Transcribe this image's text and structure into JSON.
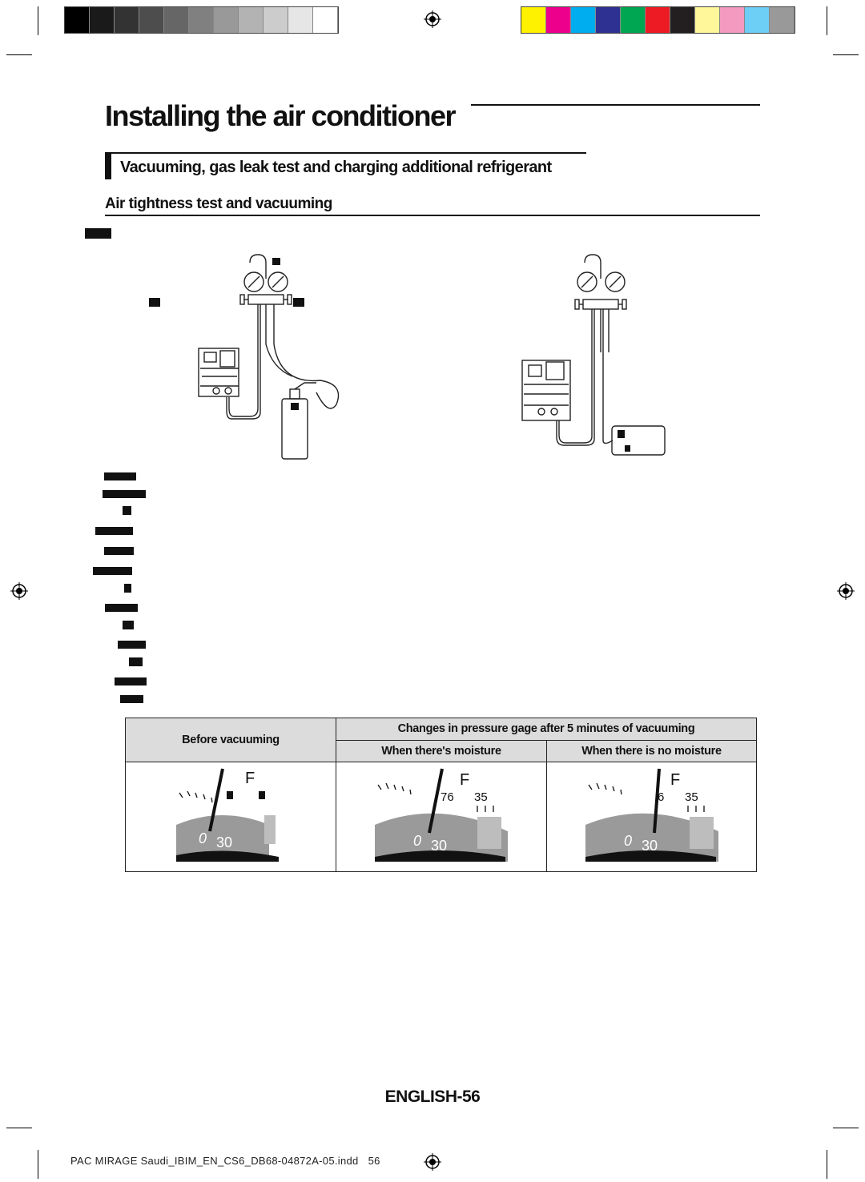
{
  "page": {
    "title": "Installing the air conditioner",
    "section_title": "Vacuuming, gas leak test and charging additional refrigerant",
    "subsection_title": "Air tightness test and vacuuming",
    "page_number": "ENGLISH-56"
  },
  "print_marks": {
    "grayscale_colors": [
      "#000000",
      "#1a1a1a",
      "#333333",
      "#4d4d4d",
      "#666666",
      "#808080",
      "#999999",
      "#b3b3b3",
      "#cccccc",
      "#e6e6e6",
      "#ffffff"
    ],
    "process_colors": [
      "#fff200",
      "#ec008c",
      "#00aeef",
      "#2e3192",
      "#00a651",
      "#ed1c24",
      "#231f20",
      "#fff799",
      "#f49ac1",
      "#6dcff6",
      "#999999"
    ]
  },
  "table": {
    "header_before": "Before vacuuming",
    "header_changes": "Changes in pressure gage after 5 minutes of vacuuming",
    "header_moisture": "When there's moisture",
    "header_no_moisture": "When there is no moisture",
    "gauges": [
      {
        "label_f": "F",
        "label_zero": "0",
        "label_scale": "30"
      },
      {
        "label_f": "F",
        "label_zero": "0",
        "label_scale": "30",
        "label_76": "76",
        "label_35": "35"
      },
      {
        "label_f": "F",
        "label_zero": "0",
        "label_scale": "30",
        "label_76": "6",
        "label_35": "35"
      }
    ]
  },
  "footer": {
    "filename": "PAC MIRAGE Saudi_IBIM_EN_CS6_DB68-04872A-05.indd",
    "sheet": "56"
  }
}
